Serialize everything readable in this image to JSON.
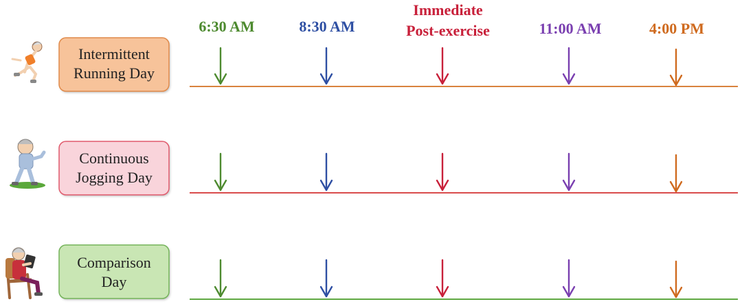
{
  "times": [
    {
      "lines": [
        "6:30 AM"
      ],
      "color": "#4d8a2f"
    },
    {
      "lines": [
        "8:30 AM"
      ],
      "color": "#2e4fa3"
    },
    {
      "lines": [
        "Immediate",
        "Post-exercise"
      ],
      "color": "#c8203a"
    },
    {
      "lines": [
        "11:00 AM"
      ],
      "color": "#7a3fb0"
    },
    {
      "lines": [
        "4:00 PM"
      ],
      "color": "#cf6a1e"
    }
  ],
  "days": [
    {
      "lines": [
        "Intermittent",
        "Running Day"
      ],
      "fill": "#f7c39a",
      "stroke": "#e08a4a",
      "line_color": "#d9823d",
      "figure": "running-person-icon"
    },
    {
      "lines": [
        "Continuous",
        "Jogging Day"
      ],
      "fill": "#f9d4db",
      "stroke": "#e05a6c",
      "line_color": "#d94b4b",
      "figure": "jogging-person-icon"
    },
    {
      "lines": [
        "Comparison",
        "Day"
      ],
      "fill": "#c9e6b4",
      "stroke": "#74b35a",
      "line_color": "#5fa842",
      "figure": "seated-person-icon"
    }
  ]
}
